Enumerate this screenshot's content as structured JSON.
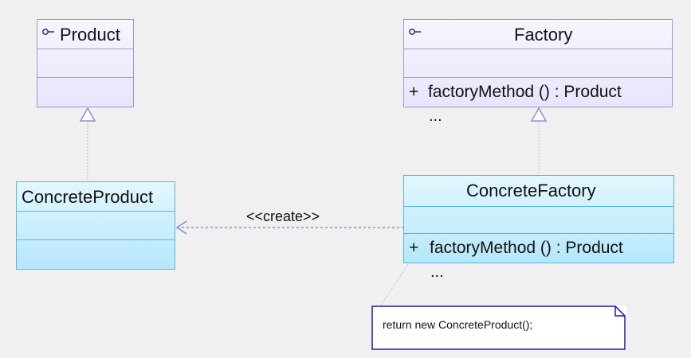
{
  "diagram": {
    "product": {
      "name": "Product",
      "stereotype_icon": "interface-lollipop-icon"
    },
    "factory": {
      "name": "Factory",
      "stereotype_icon": "interface-lollipop-icon",
      "operation": "factoryMethod () : Product",
      "visibility": "+",
      "more": "..."
    },
    "concrete_product": {
      "name": "ConcreteProduct"
    },
    "concrete_factory": {
      "name": "ConcreteFactory",
      "operation": "factoryMethod () : Product",
      "visibility": "+",
      "more": "..."
    },
    "dependency": {
      "label": "<<create>>"
    },
    "note": {
      "text": "return new ConcreteProduct();"
    }
  },
  "colors": {
    "interface_border": "#9999dd",
    "concrete_border": "#55b7e6",
    "note_border": "#1a1aa8",
    "connector": "#aaaaaa",
    "dependency_line": "#8c8ce6"
  }
}
